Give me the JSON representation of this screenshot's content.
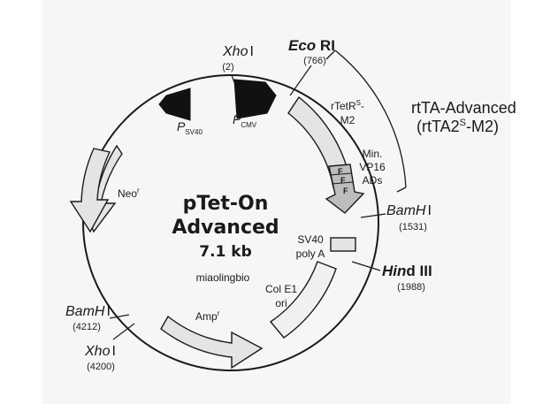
{
  "plasmid": {
    "name_line1": "pTet-On",
    "name_line2": "Advanced",
    "size": "7.1 kb",
    "watermark": "miaolingbio"
  },
  "sites": {
    "xho1_top": {
      "name": "Xho",
      "suffix": "I",
      "pos": "(2)"
    },
    "ecori": {
      "name": "Eco",
      "suffix": " RI",
      "pos": "(766)"
    },
    "bamh1_right": {
      "name": "BamH",
      "suffix": "I",
      "pos": "(1531)"
    },
    "hind3": {
      "name": "Hin",
      "suffix": "d III",
      "pos": "(1988)"
    },
    "bamh1_left": {
      "name": "BamH",
      "suffix": "I",
      "pos": "(4212)"
    },
    "xho1_bottom": {
      "name": "Xho",
      "suffix": "I",
      "pos": "(4200)"
    }
  },
  "features": {
    "psv40": {
      "main": "P",
      "sub": "SV40"
    },
    "pcmv": {
      "main": "P",
      "sub": "CMV"
    },
    "rtetr_line1": {
      "main": "rTetR",
      "sup": "S",
      "tail": "-"
    },
    "rtetr_line2": "M2",
    "minvp16": [
      "Min.",
      "VP16",
      "ADs"
    ],
    "f_blocks": [
      "F",
      "F",
      "F"
    ],
    "sv40polya": [
      "SV40",
      "poly A"
    ],
    "cole1": [
      "Col E1",
      "ori"
    ],
    "neo": {
      "main": "Neo",
      "sup": "r"
    },
    "amp": {
      "main": "Amp",
      "sup": "r"
    }
  },
  "rtta": {
    "line1": "rtTA-Advanced",
    "line2_a": "(rtTA2",
    "line2_sup": "S",
    "line2_b": "-M2)"
  },
  "colors": {
    "outline": "#1a1a1a",
    "feature_fill": "#e4e4e4",
    "ads_fill": "#bdbdbd",
    "promoter_fill": "#111111",
    "panel_bg": "#f6f6f6"
  }
}
